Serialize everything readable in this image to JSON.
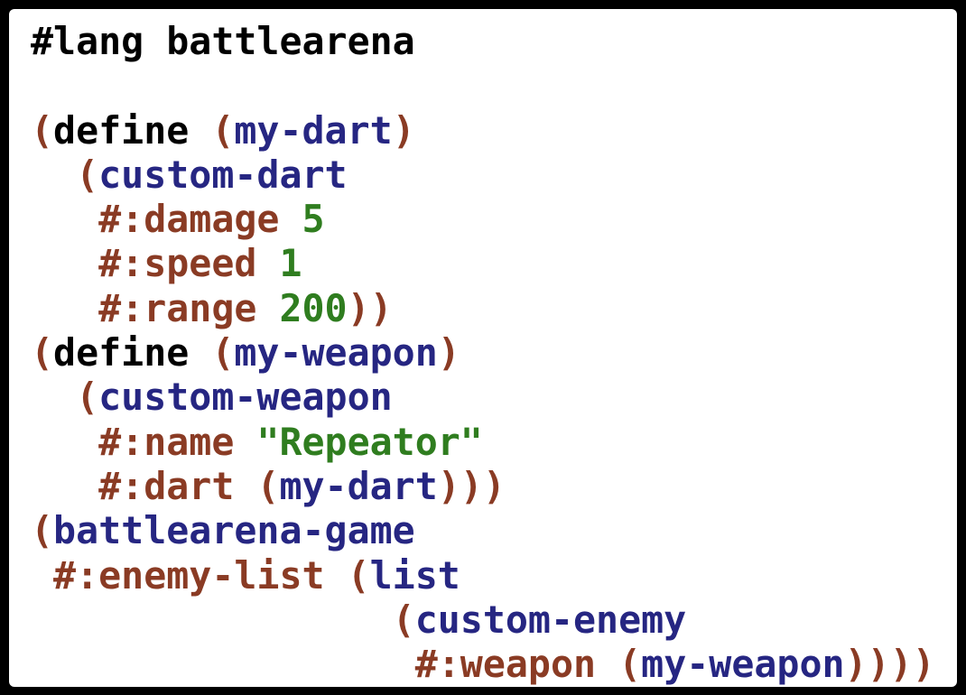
{
  "code": {
    "lines": [
      {
        "tokens": [
          {
            "t": "#lang battlearena",
            "c": "k"
          }
        ]
      },
      {
        "tokens": []
      },
      {
        "tokens": [
          {
            "t": "(",
            "c": "p"
          },
          {
            "t": "define",
            "c": "k"
          },
          {
            "t": " ",
            "c": "w"
          },
          {
            "t": "(",
            "c": "p"
          },
          {
            "t": "my-dart",
            "c": "i"
          },
          {
            "t": ")",
            "c": "p"
          }
        ]
      },
      {
        "tokens": [
          {
            "t": "  ",
            "c": "w"
          },
          {
            "t": "(",
            "c": "p"
          },
          {
            "t": "custom-dart",
            "c": "i"
          }
        ]
      },
      {
        "tokens": [
          {
            "t": "   ",
            "c": "w"
          },
          {
            "t": "#:damage",
            "c": "p"
          },
          {
            "t": " ",
            "c": "w"
          },
          {
            "t": "5",
            "c": "n"
          }
        ]
      },
      {
        "tokens": [
          {
            "t": "   ",
            "c": "w"
          },
          {
            "t": "#:speed",
            "c": "p"
          },
          {
            "t": " ",
            "c": "w"
          },
          {
            "t": "1",
            "c": "n"
          }
        ]
      },
      {
        "tokens": [
          {
            "t": "   ",
            "c": "w"
          },
          {
            "t": "#:range",
            "c": "p"
          },
          {
            "t": " ",
            "c": "w"
          },
          {
            "t": "200",
            "c": "n"
          },
          {
            "t": "))",
            "c": "p"
          }
        ]
      },
      {
        "tokens": [
          {
            "t": "(",
            "c": "p"
          },
          {
            "t": "define",
            "c": "k"
          },
          {
            "t": " ",
            "c": "w"
          },
          {
            "t": "(",
            "c": "p"
          },
          {
            "t": "my-weapon",
            "c": "i"
          },
          {
            "t": ")",
            "c": "p"
          }
        ]
      },
      {
        "tokens": [
          {
            "t": "  ",
            "c": "w"
          },
          {
            "t": "(",
            "c": "p"
          },
          {
            "t": "custom-weapon",
            "c": "i"
          }
        ]
      },
      {
        "tokens": [
          {
            "t": "   ",
            "c": "w"
          },
          {
            "t": "#:name",
            "c": "p"
          },
          {
            "t": " ",
            "c": "w"
          },
          {
            "t": "\"Repeator\"",
            "c": "s"
          }
        ]
      },
      {
        "tokens": [
          {
            "t": "   ",
            "c": "w"
          },
          {
            "t": "#:dart",
            "c": "p"
          },
          {
            "t": " ",
            "c": "w"
          },
          {
            "t": "(",
            "c": "p"
          },
          {
            "t": "my-dart",
            "c": "i"
          },
          {
            "t": ")))",
            "c": "p"
          }
        ]
      },
      {
        "tokens": [
          {
            "t": "(",
            "c": "p"
          },
          {
            "t": "battlearena-game",
            "c": "i"
          }
        ]
      },
      {
        "tokens": [
          {
            "t": " ",
            "c": "w"
          },
          {
            "t": "#:enemy-list",
            "c": "p"
          },
          {
            "t": " ",
            "c": "w"
          },
          {
            "t": "(",
            "c": "p"
          },
          {
            "t": "list",
            "c": "i"
          }
        ]
      },
      {
        "tokens": [
          {
            "t": "                ",
            "c": "w"
          },
          {
            "t": "(",
            "c": "p"
          },
          {
            "t": "custom-enemy",
            "c": "i"
          }
        ]
      },
      {
        "tokens": [
          {
            "t": "                 ",
            "c": "w"
          },
          {
            "t": "#:weapon",
            "c": "p"
          },
          {
            "t": " ",
            "c": "w"
          },
          {
            "t": "(",
            "c": "p"
          },
          {
            "t": "my-weapon",
            "c": "i"
          },
          {
            "t": "))))",
            "c": "p"
          }
        ]
      }
    ]
  },
  "colors": {
    "keyword": "#000000",
    "paren_and_keyword_arg": "#8a3b24",
    "identifier": "#262682",
    "literal": "#2f7d1f",
    "background": "#ffffff",
    "border": "#000000"
  }
}
